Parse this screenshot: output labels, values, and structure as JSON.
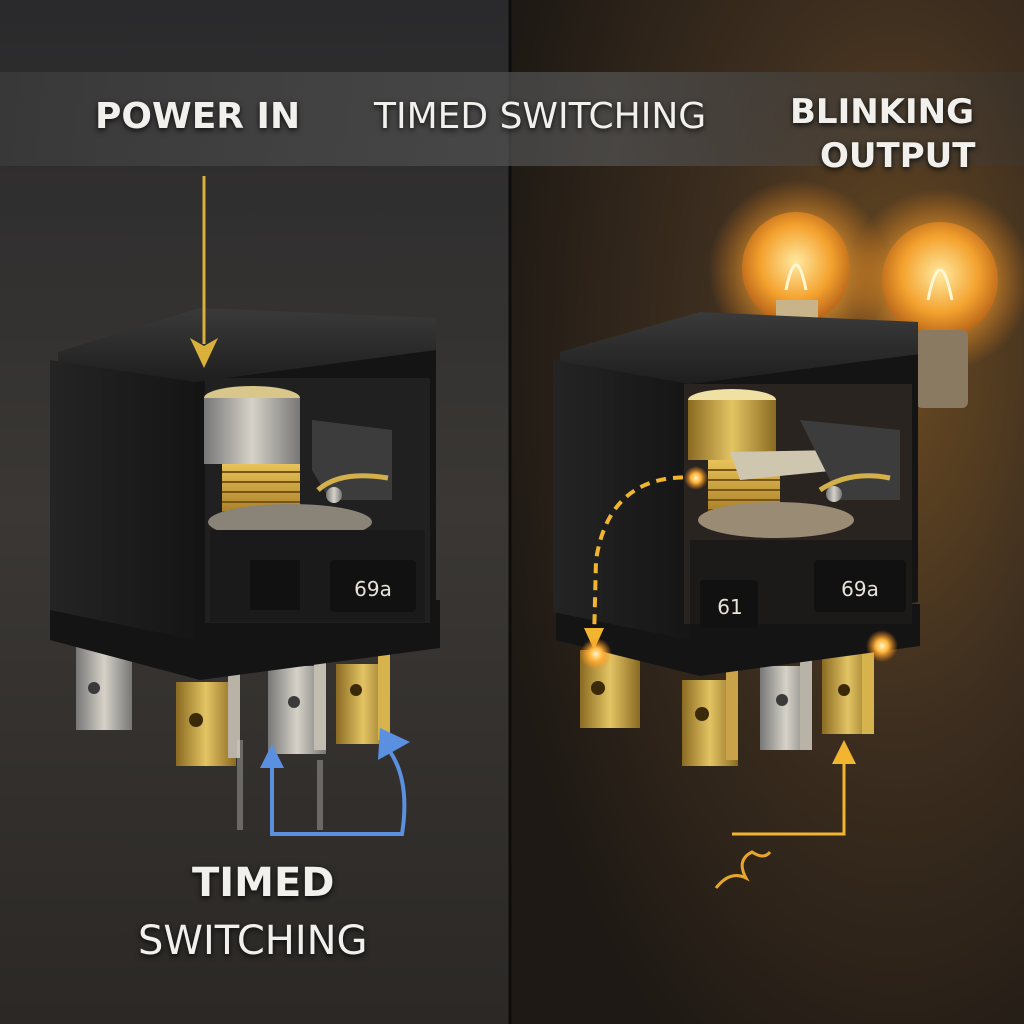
{
  "banner": {
    "left_label": "POWER IN",
    "center_label": "TIMED SWITCHING",
    "right_label_line1": "BLINKING",
    "right_label_line2": "OUTPUT"
  },
  "left_panel": {
    "relay_marking": "69a",
    "caption_line1": "TIMED",
    "caption_line2": "SWITCHING"
  },
  "right_panel": {
    "relay_marking_left": "61",
    "relay_marking_right": "69a"
  },
  "colors": {
    "power_arrow": "#d9b03a",
    "switch_arrow": "#5b8fe0",
    "output_arrow": "#f2b530",
    "bulb_glow": "#ffb43a",
    "relay_body": "#1c1c1c",
    "terminal_brass": "#c9a24a"
  },
  "icons": [
    "down-arrow-icon",
    "up-arrow-icon",
    "bulb-icon",
    "coil-icon"
  ]
}
